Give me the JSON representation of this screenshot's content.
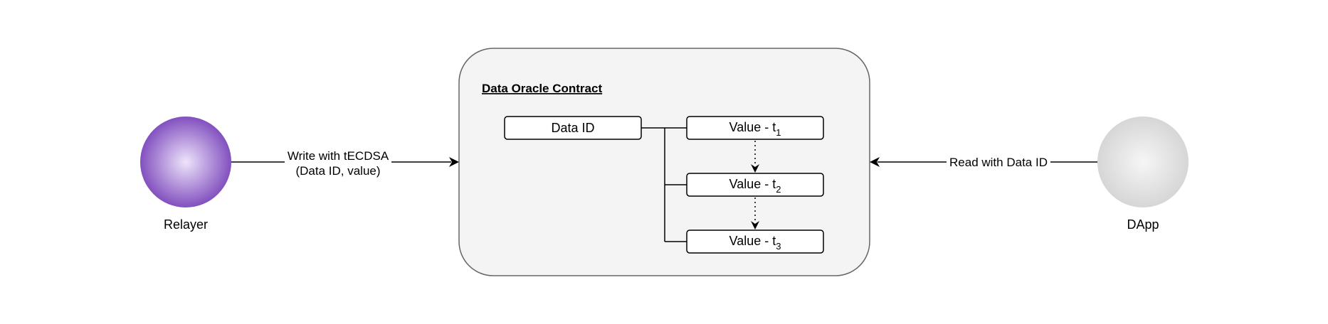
{
  "diagram": {
    "relayer": {
      "label": "Relayer"
    },
    "dapp": {
      "label": "DApp"
    },
    "contract": {
      "title": "Data Oracle Contract"
    },
    "data_id_box": {
      "label": "Data ID"
    },
    "values": [
      {
        "text": "Value - t",
        "sub": "1"
      },
      {
        "text": "Value - t",
        "sub": "2"
      },
      {
        "text": "Value - t",
        "sub": "3"
      }
    ],
    "write_edge": {
      "line1": "Write with tECDSA",
      "line2": "(Data ID, value)"
    },
    "read_edge": {
      "label": "Read with Data ID"
    }
  }
}
